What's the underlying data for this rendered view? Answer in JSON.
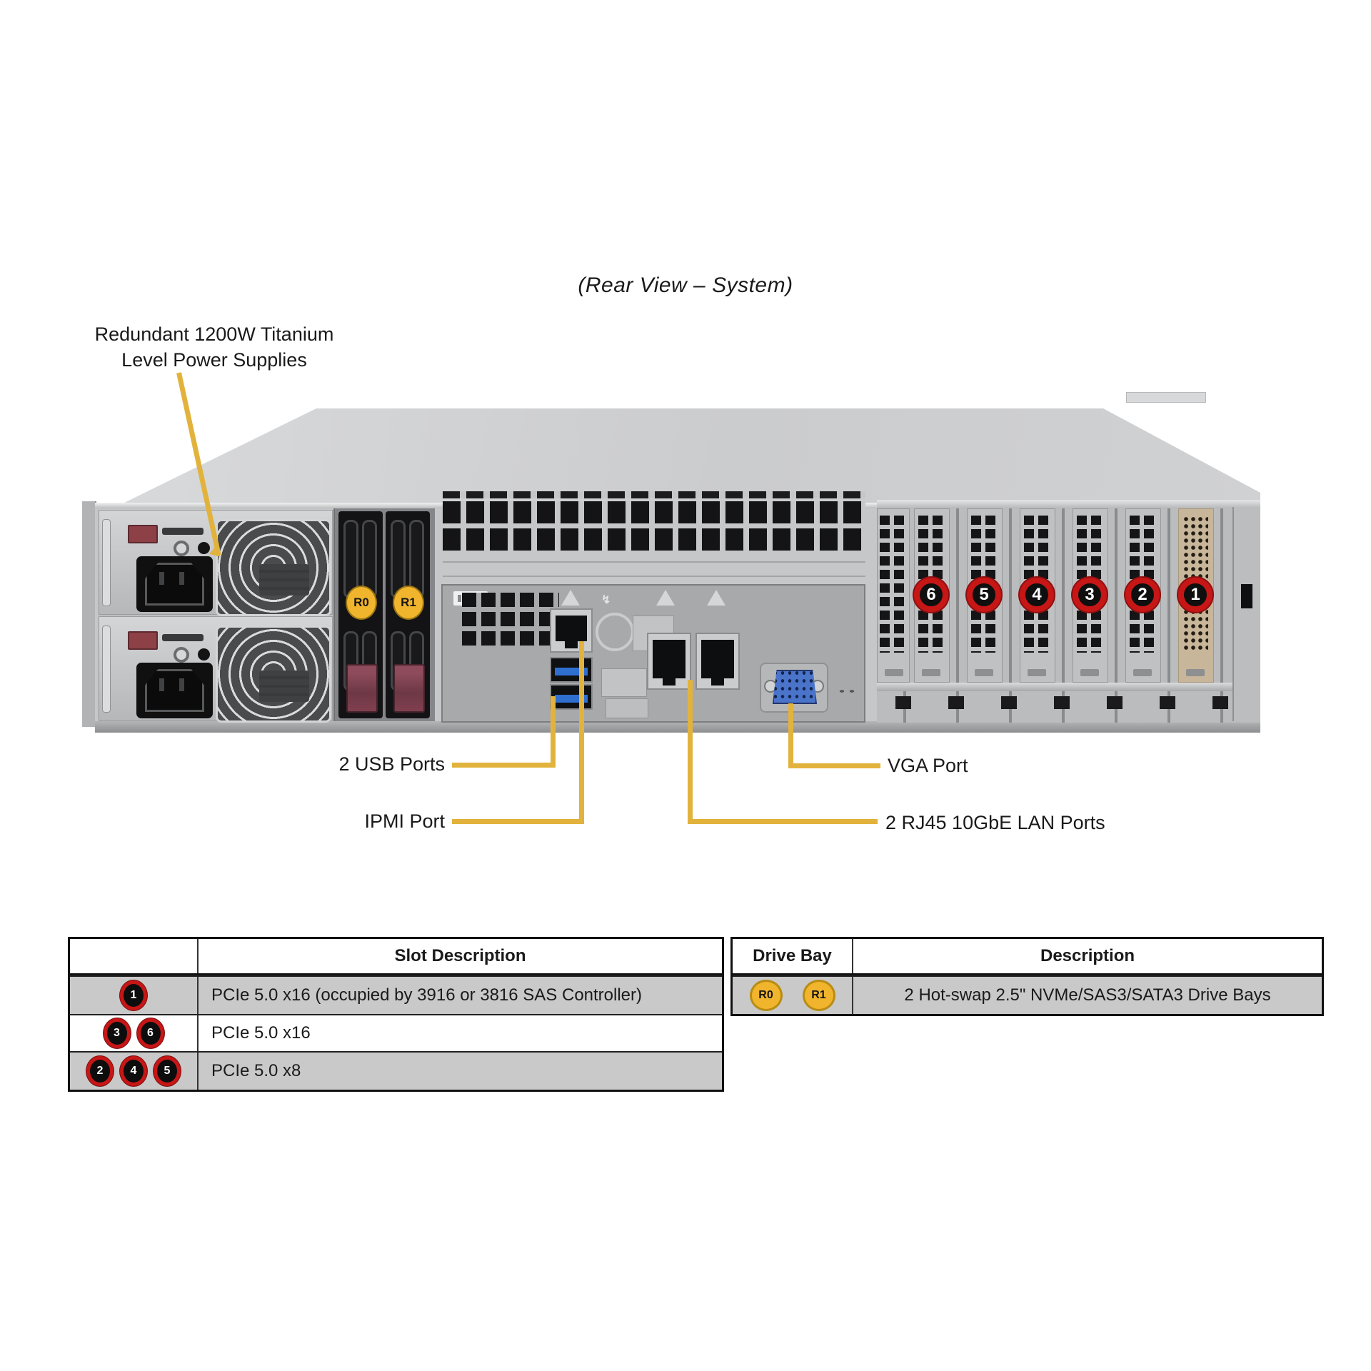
{
  "title": "(Rear View – System)",
  "psu_callout": {
    "line1": "Redundant 1200W Titanium",
    "line2": "Level Power Supplies"
  },
  "port_callouts": {
    "usb": "2 USB Ports",
    "ipmi": "IPMI Port",
    "vga": "VGA Port",
    "lan": "2 RJ45 10GbE LAN Ports"
  },
  "chassis": {
    "pcie_slot_labels": [
      "6",
      "5",
      "4",
      "3",
      "2",
      "1"
    ],
    "drive_bay_labels": {
      "r0": "R0",
      "r1": "R1"
    }
  },
  "slot_table": {
    "header": "Slot Description",
    "rows": [
      {
        "badges": [
          "1"
        ],
        "description": "PCIe 5.0 x16 (occupied by 3916 or 3816 SAS Controller)"
      },
      {
        "badges": [
          "3",
          "6"
        ],
        "description": "PCIe 5.0 x16"
      },
      {
        "badges": [
          "2",
          "4",
          "5"
        ],
        "description": "PCIe 5.0 x8"
      }
    ]
  },
  "drive_table": {
    "col1_header": "Drive Bay",
    "col2_header": "Description",
    "rows": [
      {
        "badges": [
          "R0",
          "R1"
        ],
        "description": "2 Hot-swap 2.5\" NVMe/SAS3/SATA3 Drive Bays"
      }
    ]
  },
  "colors": {
    "callout_line": "#E2B33C",
    "slot_badge_ring": "#C61616",
    "drive_badge_fill": "#F1B52D"
  }
}
